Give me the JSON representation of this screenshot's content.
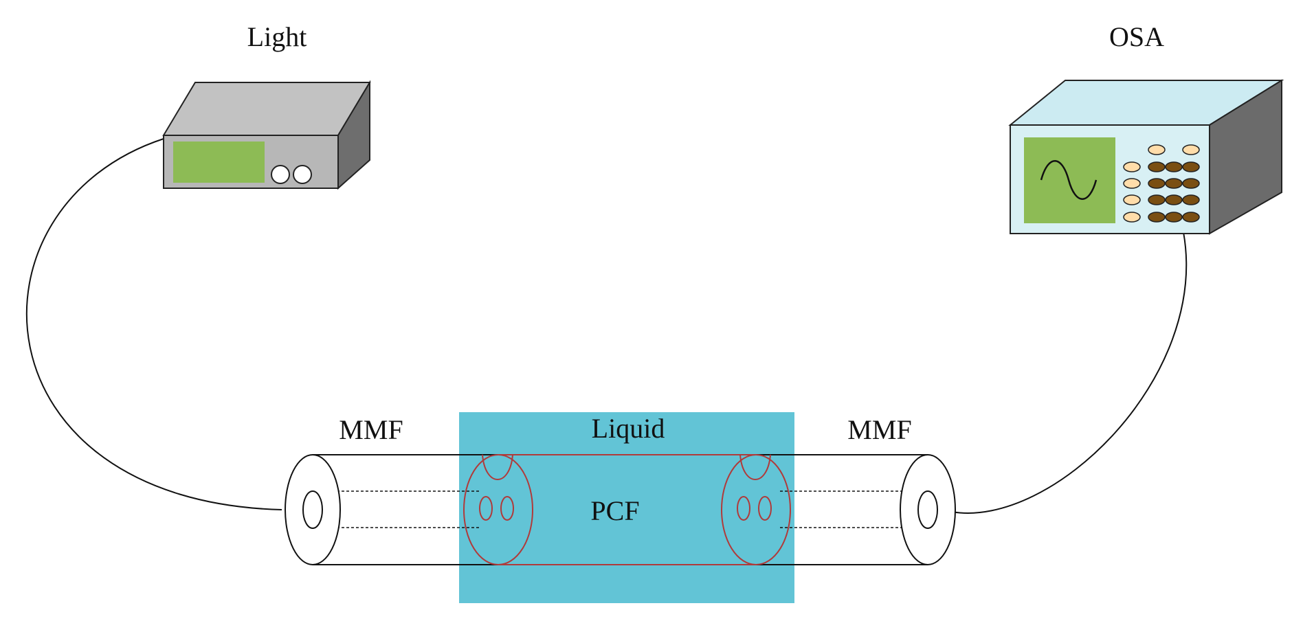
{
  "labels": {
    "light": "Light",
    "osa": "OSA",
    "mmf_left": "MMF",
    "mmf_right": "MMF",
    "liquid": "Liquid",
    "pcf": "PCF"
  },
  "colors": {
    "liquid_fill": "#62C4D6",
    "pcf_outline": "#B03A3A",
    "fiber_outline": "#111111",
    "screen_green": "#8DBB55",
    "light_body": "#B7B7B7",
    "light_side": "#6E6E6E",
    "osa_front": "#D8F0F4",
    "osa_top": "#CCEBF2",
    "osa_side": "#6B6B6B",
    "button_light": "#FFDDAA",
    "button_dark": "#7A4F12"
  }
}
